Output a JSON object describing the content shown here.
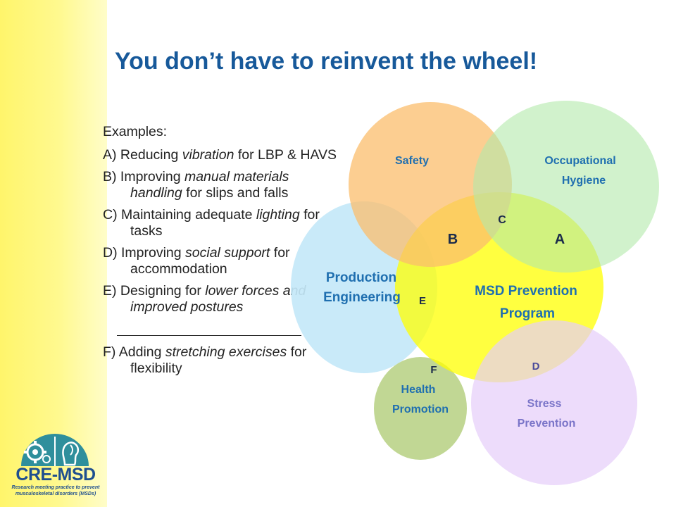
{
  "slide": {
    "title": "You don’t have to reinvent the wheel!",
    "examples_intro": "Examples:",
    "examples": [
      {
        "prefix": "A) Reducing ",
        "emphasis": "vibration",
        "suffix": " for LBP & HAVS"
      },
      {
        "prefix": "B) Improving ",
        "emphasis": "manual materials handling",
        "suffix": " for slips and falls"
      },
      {
        "prefix": "C) Maintaining adequate ",
        "emphasis": "lighting",
        "suffix": " for tasks"
      },
      {
        "prefix": "D) Improving ",
        "emphasis": "social support",
        "suffix": " for accommodation"
      },
      {
        "prefix": "E) Designing for ",
        "emphasis": "lower forces and improved postures",
        "suffix": ""
      }
    ],
    "example_f": {
      "prefix": "F) Adding ",
      "emphasis": "stretching exercises",
      "suffix": " for flexibility"
    }
  },
  "diagram": {
    "circles": {
      "safety": {
        "label": "Safety",
        "color": "#fbbd6c"
      },
      "occupational_hygiene": {
        "line1": "Occupational",
        "line2": "Hygiene",
        "color": "#b2e9aa"
      },
      "production_engineering": {
        "line1": "Production",
        "line2": "Engineering",
        "color": "#c4e8f9"
      },
      "msd_prevention": {
        "line1": "MSD Prevention",
        "line2": "Program",
        "color": "#ffff00"
      },
      "health_promotion": {
        "line1": "Health",
        "line2": "Promotion",
        "color": "#bcd48b"
      },
      "stress_prevention": {
        "line1": "Stress",
        "line2": "Prevention",
        "color": "#e6cdfa"
      }
    },
    "overlap_labels": {
      "a": "A",
      "b": "B",
      "c": "C",
      "d": "D",
      "e": "E",
      "f": "F"
    },
    "label_colors": {
      "primary": "#1f6fb0",
      "letters": "#1b2b4a",
      "stress": "#7a74c8"
    }
  },
  "logo": {
    "name": "CRE-MSD",
    "tagline_line1": "Research meeting practice to prevent",
    "tagline_line2": "musculoskeletal disorders (MSDs)",
    "icon": "puzzle-gear-head-icon"
  }
}
